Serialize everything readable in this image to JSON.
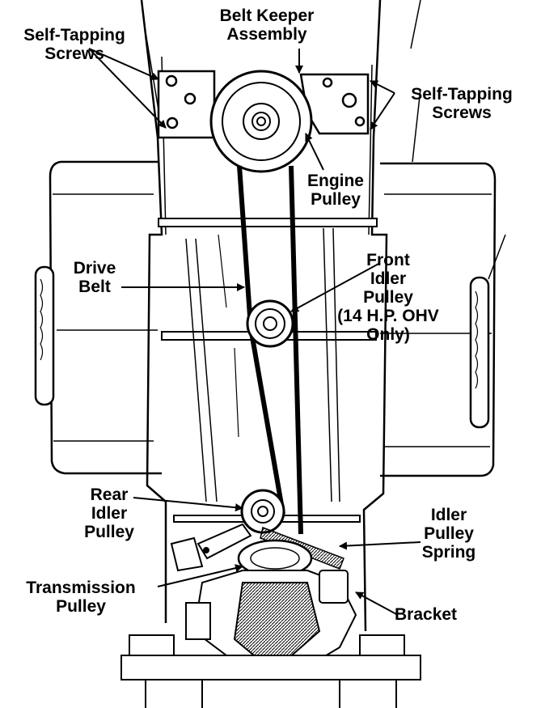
{
  "labels": {
    "self_tapping_screws_left": [
      "Self-Tapping",
      "Screws"
    ],
    "belt_keeper_assembly": [
      "Belt Keeper",
      "Assembly"
    ],
    "self_tapping_screws_right": [
      "Self-Tapping",
      "Screws"
    ],
    "engine_pulley": [
      "Engine",
      "Pulley"
    ],
    "drive_belt": [
      "Drive",
      "Belt"
    ],
    "front_idler_pulley": [
      "Front",
      "Idler",
      "Pulley",
      "(14 H.P. OHV",
      "Only)"
    ],
    "rear_idler_pulley": [
      "Rear",
      "Idler",
      "Pulley"
    ],
    "idler_pulley_spring": [
      "Idler",
      "Pulley",
      "Spring"
    ],
    "transmission_pulley": [
      "Transmission",
      "Pulley"
    ],
    "bracket": [
      "Bracket"
    ]
  }
}
